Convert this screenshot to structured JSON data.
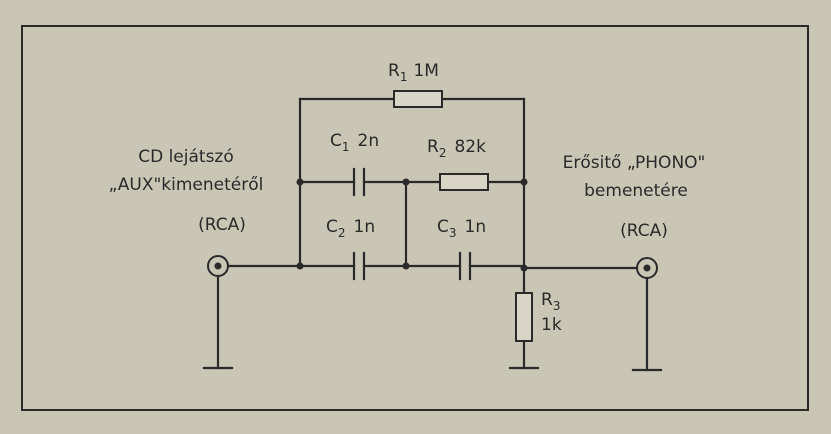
{
  "source_label": {
    "line1": "CD lejátszó",
    "line2": "„AUX\"kimenetéről",
    "line3": "(RCA)"
  },
  "target_label": {
    "line1": "Erősitő „PHONO\"",
    "line2": "bemenetére",
    "line3": "(RCA)"
  },
  "components": {
    "r1": {
      "name": "R",
      "index": "1",
      "value": "1M"
    },
    "r2": {
      "name": "R",
      "index": "2",
      "value": "82k"
    },
    "r3": {
      "name": "R",
      "index": "3",
      "value": "1k"
    },
    "c1": {
      "name": "C",
      "index": "1",
      "value": "2n"
    },
    "c2": {
      "name": "C",
      "index": "2",
      "value": "1n"
    },
    "c3": {
      "name": "C",
      "index": "3",
      "value": "1n"
    }
  },
  "colors": {
    "paper": "#c9c6b6",
    "ink": "#2a2a2a"
  }
}
